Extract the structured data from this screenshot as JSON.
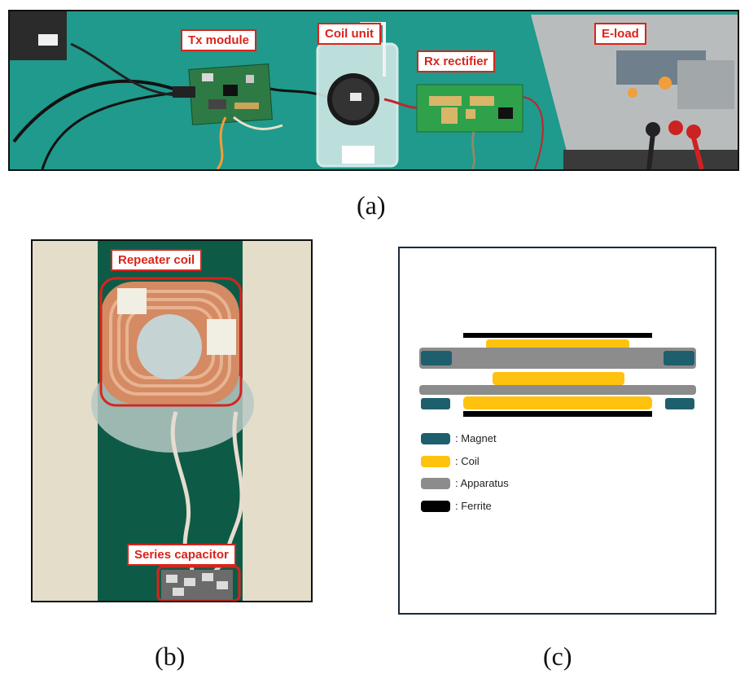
{
  "panel_a": {
    "labels": {
      "tx_module": "Tx module",
      "coil_unit": "Coil unit",
      "rx_rectifier": "Rx rectifier",
      "e_load": "E-load"
    },
    "caption": "(a)"
  },
  "panel_b": {
    "labels": {
      "repeater_coil": "Repeater coil",
      "series_capacitor": "Series capacitor"
    },
    "caption": "(b)"
  },
  "panel_c": {
    "legend": [
      {
        "text": ": Magnet",
        "color": "#1e5f6e"
      },
      {
        "text": ": Coil",
        "color": "#ffc20e"
      },
      {
        "text": ": Apparatus",
        "color": "#8c8c8c"
      },
      {
        "text": ": Ferrite",
        "color": "#000000"
      }
    ],
    "caption": "(c)"
  },
  "colors": {
    "label_red": "#d8241c",
    "bench_green": "#1f9a8c",
    "magnet": "#1e5f6e",
    "coil": "#ffc20e",
    "apparatus": "#8c8c8c",
    "ferrite": "#000000"
  }
}
